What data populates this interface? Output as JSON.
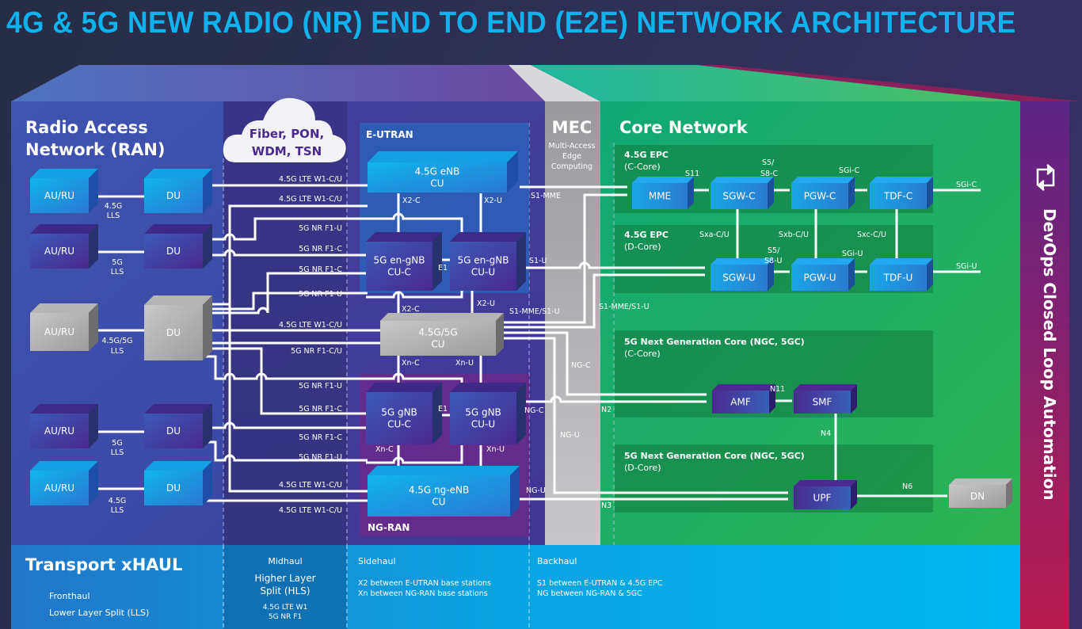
{
  "title": "4G & 5G NEW RADIO (NR) END TO END (E2E) NETWORK ARCHITECTURE",
  "colors": {
    "title": "#0fb2ec",
    "ran": "#3e4aa8",
    "core": "#1fae5f",
    "mec": "#a9a9ab",
    "devops": "#8a1f6e",
    "transport": "#0aa8e8",
    "line": "#ffffff"
  },
  "ran": {
    "title_line1": "Radio Access",
    "title_line2": "Network (RAN)",
    "cloud_line1": "Fiber, PON,",
    "cloud_line2": "WDM, TSN",
    "rows": [
      {
        "ru": "AU/RU",
        "du": "DU",
        "lls_line1": "4.5G",
        "lls_line2": "LLS",
        "style": "cyan"
      },
      {
        "ru": "AU/RU",
        "du": "DU",
        "lls_line1": "5G",
        "lls_line2": "LLS",
        "style": "purple"
      },
      {
        "ru": "AU/RU",
        "du": "DU",
        "lls_line1": "4.5G/5G",
        "lls_line2": "LLS",
        "style": "gray"
      },
      {
        "ru": "AU/RU",
        "du": "DU",
        "lls_line1": "5G",
        "lls_line2": "LLS",
        "style": "purple"
      },
      {
        "ru": "AU/RU",
        "du": "DU",
        "lls_line1": "4.5G",
        "lls_line2": "LLS",
        "style": "cyan"
      }
    ],
    "midhaul_links": [
      "4.5G LTE W1-C/U",
      "4.5G LTE W1-C/U",
      "5G NR F1-U",
      "5G NR F1-C",
      "5G NR F1-C",
      "5G NR F1-U",
      "4.5G LTE W1-C/U",
      "5G NR F1-C/U",
      "5G NR F1-U",
      "5G NR F1-C",
      "5G NR F1-C",
      "5G NR F1-U",
      "4.5G LTE W1-C/U",
      "4.5G LTE W1-C/U"
    ]
  },
  "eutran": {
    "label": "E-UTRAN",
    "enb_line1": "4.5G eNB",
    "enb_line2": "CU",
    "cuc_line1": "5G en-gNB",
    "cuc_line2": "CU-C",
    "cuu_line1": "5G en-gNB",
    "cuu_line2": "CU-U",
    "x2c": "X2-C",
    "x2u": "X2-U",
    "e1": "E1"
  },
  "shared_cu": {
    "line1": "4.5G/5G",
    "line2": "CU",
    "x2c": "X2-C",
    "x2u": "X2-U",
    "xnc": "Xn-C",
    "xnu": "Xn-U"
  },
  "ngran": {
    "label": "NG-RAN",
    "cuc_line1": "5G gNB",
    "cuc_line2": "CU-C",
    "cuu_line1": "5G gNB",
    "cuu_line2": "CU-U",
    "ngenb_line1": "4.5G ng-eNB",
    "ngenb_line2": "CU",
    "xnc": "Xn-C",
    "xnu": "Xn-U",
    "e1": "E1"
  },
  "backhaul_labels": {
    "s1mme": "S1-MME",
    "s1u": "S1-U",
    "s1mme_s1u": "S1-MME/S1-U",
    "s1mme_s1u_2": "S1-MME/S1-U",
    "ngc1": "NG-C",
    "ngc2": "NG-C",
    "ngu1": "NG-U",
    "ngu2": "NG-U",
    "n2": "N2",
    "n3": "N3"
  },
  "mec": {
    "title": "MEC",
    "line1": "Multi-Access",
    "line2": "Edge",
    "line3": "Computing"
  },
  "core": {
    "title": "Core Network",
    "epc_c": {
      "title": "4.5G EPC",
      "sub": "(C-Core)",
      "nodes": [
        "MME",
        "SGW-C",
        "PGW-C",
        "TDF-C"
      ],
      "links": {
        "s11": "S11",
        "s5c_1": "S5/",
        "s5c_2": "S8-C",
        "sgic": "SGi-C",
        "sgic_out": "SGi-C"
      }
    },
    "epc_d": {
      "title": "4.5G EPC",
      "sub": "(D-Core)",
      "nodes": [
        "SGW-U",
        "PGW-U",
        "TDF-U"
      ],
      "links": {
        "s5u_1": "S5/",
        "s5u_2": "S8-U",
        "sgiu": "SGi-U",
        "sgiu_out": "SGi-U",
        "sxa": "Sxa-C/U",
        "sxb": "Sxb-C/U",
        "sxc": "Sxc-C/U"
      }
    },
    "ngc_c": {
      "title": "5G Next Generation Core (NGC, 5GC)",
      "sub": "(C-Core)",
      "nodes": [
        "AMF",
        "SMF"
      ],
      "links": {
        "n11": "N11",
        "n4": "N4"
      }
    },
    "ngc_d": {
      "title": "5G Next Generation Core (NGC, 5GC)",
      "sub": "(D-Core)",
      "nodes": [
        "UPF"
      ],
      "links": {
        "n6": "N6"
      }
    },
    "dn": "DN"
  },
  "devops": {
    "label": "DevOps Closed Loop Automation",
    "icon": "repeat-icon"
  },
  "transport": {
    "title": "Transport xHAUL",
    "fronthaul_line1": "Fronthaul",
    "fronthaul_line2": "Lower Layer Split (LLS)",
    "midhaul": "Midhaul",
    "midhaul_split1": "Higher Layer",
    "midhaul_split2": "Split (HLS)",
    "midhaul_if1": "4.5G LTE W1",
    "midhaul_if2": "5G NR F1",
    "sidehaul": "Sidehaul",
    "sidehaul_line1": "X2 between E-UTRAN base stations",
    "sidehaul_line2": "Xn between NG-RAN base stations",
    "backhaul": "Backhaul",
    "backhaul_line1": "S1 between E-UTRAN & 4.5G EPC",
    "backhaul_line2": "NG between NG-RAN & 5GC"
  }
}
